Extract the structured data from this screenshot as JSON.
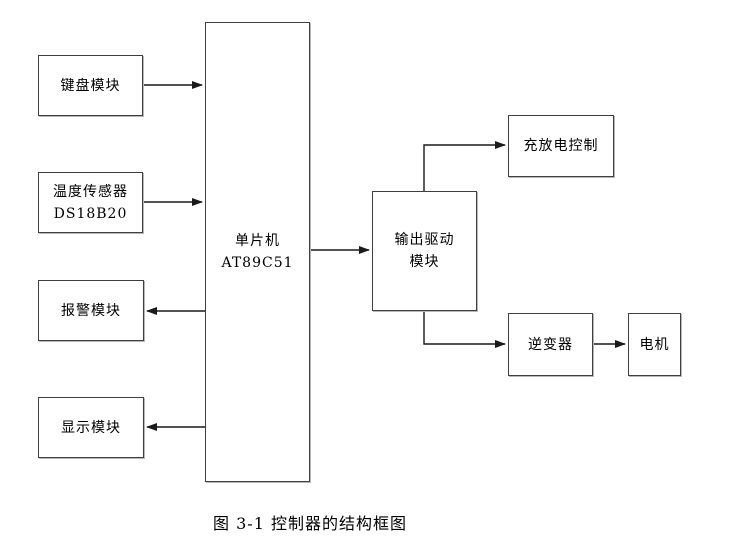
{
  "diagram": {
    "caption": "图 3-1 控制器的结构框图",
    "nodes": {
      "keyboard": {
        "label": "键盘模块"
      },
      "temp_sensor": {
        "line1": "温度传感器",
        "line2": "DS18B20"
      },
      "alarm": {
        "label": "报警模块"
      },
      "display": {
        "label": "显示模块"
      },
      "mcu": {
        "line1": "单片机",
        "line2": "AT89C51"
      },
      "output_drive": {
        "line1": "输出驱动",
        "line2": "模块"
      },
      "charge_control": {
        "label": "充放电控制"
      },
      "inverter": {
        "label": "逆变器"
      },
      "motor": {
        "label": "电机"
      }
    },
    "connections": [
      {
        "from": "键盘模块",
        "to": "单片机 AT89C51"
      },
      {
        "from": "温度传感器 DS18B20",
        "to": "单片机 AT89C51"
      },
      {
        "from": "单片机 AT89C51",
        "to": "报警模块"
      },
      {
        "from": "单片机 AT89C51",
        "to": "显示模块"
      },
      {
        "from": "单片机 AT89C51",
        "to": "输出驱动模块"
      },
      {
        "from": "输出驱动模块",
        "to": "充放电控制"
      },
      {
        "from": "输出驱动模块",
        "to": "逆变器"
      },
      {
        "from": "逆变器",
        "to": "电机"
      }
    ],
    "colors": {
      "background": "#ffffff",
      "box_border": "#3f3f3f",
      "connector": "#1a1a1a",
      "text": "#000000"
    }
  }
}
